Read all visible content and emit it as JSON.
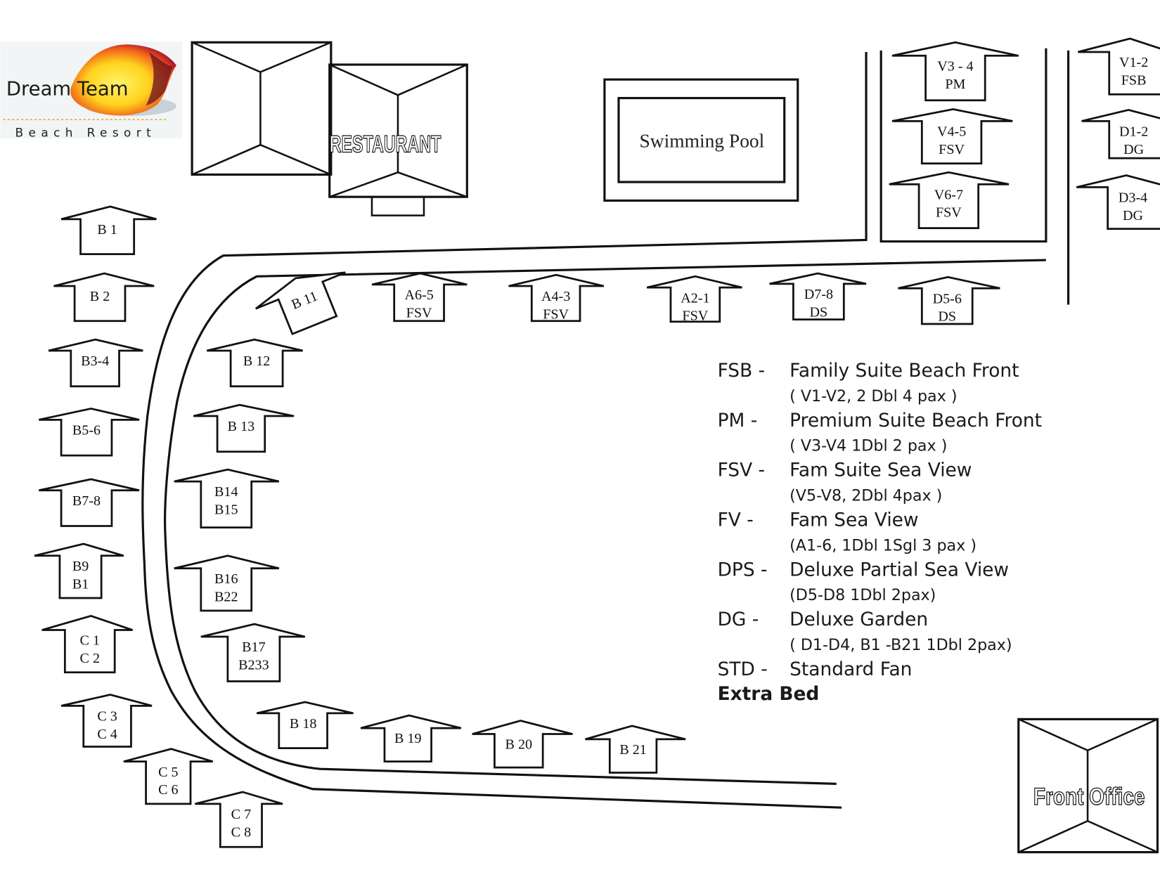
{
  "logo": {
    "name": "Dream Team",
    "tagline": "Beach Resort"
  },
  "buildings": {
    "restaurant": "RESTAURANT",
    "pool": "Swimming Pool",
    "front_office": "Front Office"
  },
  "units": [
    {
      "lines": [
        "B 1"
      ]
    },
    {
      "lines": [
        "B 2"
      ]
    },
    {
      "lines": [
        "B3-4"
      ]
    },
    {
      "lines": [
        "B5-6"
      ]
    },
    {
      "lines": [
        "B7-8"
      ]
    },
    {
      "lines": [
        "B9",
        "B1"
      ]
    },
    {
      "lines": [
        "C 1",
        "C 2"
      ]
    },
    {
      "lines": [
        "C 3",
        "C 4"
      ]
    },
    {
      "lines": [
        "C 5",
        "C 6"
      ]
    },
    {
      "lines": [
        "C 7",
        "C 8"
      ]
    },
    {
      "lines": [
        "B 11"
      ]
    },
    {
      "lines": [
        "B 12"
      ]
    },
    {
      "lines": [
        "B 13"
      ]
    },
    {
      "lines": [
        "B14",
        "B15"
      ]
    },
    {
      "lines": [
        "B16",
        "B22"
      ]
    },
    {
      "lines": [
        "B17",
        "B233"
      ]
    },
    {
      "lines": [
        "B 18"
      ]
    },
    {
      "lines": [
        "B 19"
      ]
    },
    {
      "lines": [
        "B 20"
      ]
    },
    {
      "lines": [
        "B 21"
      ]
    },
    {
      "lines": [
        "A6-5",
        "FSV"
      ]
    },
    {
      "lines": [
        "A4-3",
        "FSV"
      ]
    },
    {
      "lines": [
        "A2-1",
        "FSV"
      ]
    },
    {
      "lines": [
        "D7-8",
        "DS"
      ]
    },
    {
      "lines": [
        "D5-6",
        "DS"
      ]
    },
    {
      "lines": [
        "V3 - 4",
        "PM"
      ]
    },
    {
      "lines": [
        "V4-5",
        "FSV"
      ]
    },
    {
      "lines": [
        "V6-7",
        "FSV"
      ]
    },
    {
      "lines": [
        "V1-2",
        "FSB"
      ]
    },
    {
      "lines": [
        "D1-2",
        "DG"
      ]
    },
    {
      "lines": [
        "D3-4",
        "DG"
      ]
    }
  ],
  "legend": [
    {
      "code": "FSB -",
      "name": "Family Suite Beach Front",
      "detail": "( V1-V2, 2 Dbl 4 pax )"
    },
    {
      "code": "PM  -",
      "name": "Premium Suite Beach Front",
      "detail": "( V3-V4 1Dbl 2 pax )"
    },
    {
      "code": "FSV -",
      "name": "Fam Suite Sea View",
      "detail": "(V5-V8, 2Dbl 4pax )"
    },
    {
      "code": "FV   -",
      "name": "Fam Sea View",
      "detail": "(A1-6, 1Dbl 1Sgl 3 pax )"
    },
    {
      "code": "DPS -",
      "name": "Deluxe Partial Sea View",
      "detail": "(D5-D8 1Dbl 2pax)"
    },
    {
      "code": "DG  -",
      "name": "Deluxe Garden",
      "detail": "( D1-D4, B1 -B21 1Dbl 2pax)"
    },
    {
      "code": "STD -",
      "name": "Standard Fan",
      "detail": ""
    }
  ],
  "legend_extra": "Extra Bed"
}
